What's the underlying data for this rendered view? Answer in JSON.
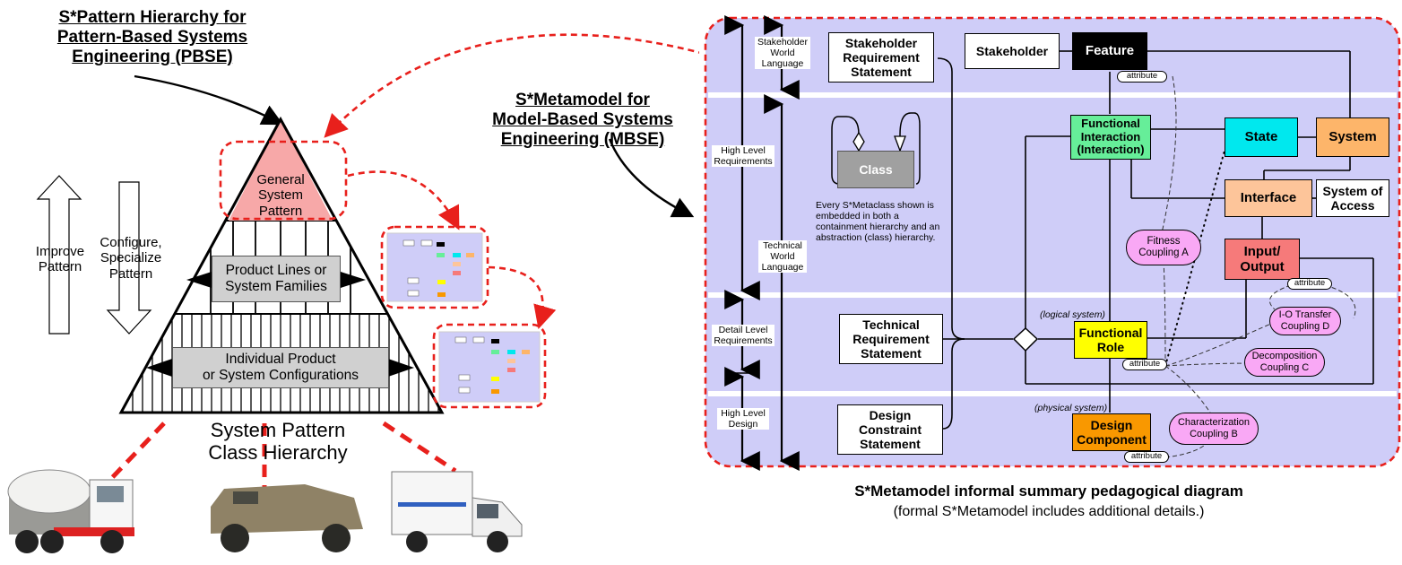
{
  "left": {
    "pbse_title": [
      "S*Pattern Hierarchy for",
      "Pattern-Based Systems",
      "Engineering (PBSE)"
    ],
    "mbse_title": [
      "S*Metamodel for",
      "Model-Based Systems",
      "Engineering (MBSE)"
    ],
    "improve_label": [
      "Improve",
      "Pattern"
    ],
    "configure_label": [
      "Configure,",
      "Specialize",
      "Pattern"
    ],
    "apex_label": [
      "General",
      "System",
      "Pattern"
    ],
    "middle_label": [
      "Product Lines or",
      "System Families"
    ],
    "bottom_label": [
      "Individual Product",
      "or System Configurations"
    ],
    "pyramid_caption": [
      "System Pattern",
      "Class Hierarchy"
    ],
    "vehicles": [
      "cement-mixer-truck",
      "armored-military-vehicle",
      "ambulance"
    ]
  },
  "right": {
    "side_labels": {
      "stakeholder_world": [
        "Stakeholder",
        "World",
        "Language"
      ],
      "high_level_req": [
        "High Level",
        "Requirements"
      ],
      "technical_world": [
        "Technical",
        "World",
        "Language"
      ],
      "detail_level_req": [
        "Detail Level",
        "Requirements"
      ],
      "high_level_design": [
        "High Level",
        "Design"
      ]
    },
    "boxes": {
      "stakeholder_req_statement": [
        "Stakeholder",
        "Requirement",
        "Statement"
      ],
      "stakeholder": "Stakeholder",
      "feature": "Feature",
      "functional_interaction": [
        "Functional",
        "Interaction",
        "(Interaction)"
      ],
      "state": "State",
      "system": "System",
      "interface": "Interface",
      "system_of_access": [
        "System of",
        "Access"
      ],
      "input_output": [
        "Input/",
        "Output"
      ],
      "class": "Class",
      "technical_req_statement": [
        "Technical",
        "Requirement",
        "Statement"
      ],
      "functional_role": [
        "Functional",
        "Role"
      ],
      "design_constraint_statement": [
        "Design",
        "Constraint",
        "Statement"
      ],
      "design_component": [
        "Design",
        "Component"
      ]
    },
    "class_note": [
      "Every S*Metaclass shown is",
      "embedded in both a",
      "containment hierarchy and an",
      "abstraction (class) hierarchy."
    ],
    "attribute_label": "attribute",
    "logical_system": "(logical system)",
    "physical_system": "(physical system)",
    "couplings": {
      "fitness": [
        "Fitness",
        "Coupling A"
      ],
      "io_transfer": [
        "I-O Transfer",
        "Coupling D"
      ],
      "decomposition": [
        "Decomposition",
        "Coupling C"
      ],
      "characterization": [
        "Characterization",
        "Coupling B"
      ]
    },
    "caption": "S*Metamodel informal summary pedagogical diagram",
    "subcaption": "(formal S*Metamodel includes additional details.)"
  },
  "colors": {
    "panel_bg": "#cfcdf8",
    "red_dash": "#e8201c",
    "apex_fill": "#f7a8a8",
    "gray_box": "#d0d0d0",
    "feature": "#000000",
    "functional_interaction": "#66ee99",
    "state": "#00e8ee",
    "system": "#fdb56a",
    "interface": "#fdc59a",
    "input_output": "#f67a7a",
    "class": "#a0a0a0",
    "functional_role": "#ffff00",
    "design_component": "#f99800",
    "coupling": "#f9a8f5"
  }
}
